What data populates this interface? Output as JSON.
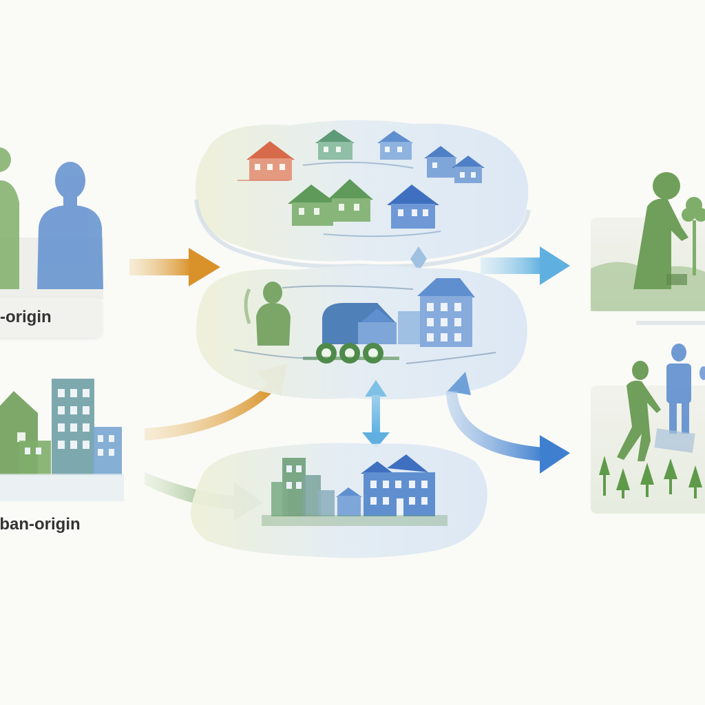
{
  "labels": {
    "rural": "al-origin",
    "urban": "rban-origin"
  },
  "colors": {
    "green": "#6f9f5a",
    "blue": "#5f8fcf",
    "orange": "#d9922a",
    "light_blue": "#6fb3e0",
    "red": "#d76a4a",
    "background": "#fafaf7"
  },
  "icons": [
    "rural-person-icon",
    "urban-person-icon",
    "urban-buildings-icon",
    "village-cloud",
    "integration-cloud",
    "city-cloud",
    "gardening-scene",
    "tree-planting-scene"
  ]
}
